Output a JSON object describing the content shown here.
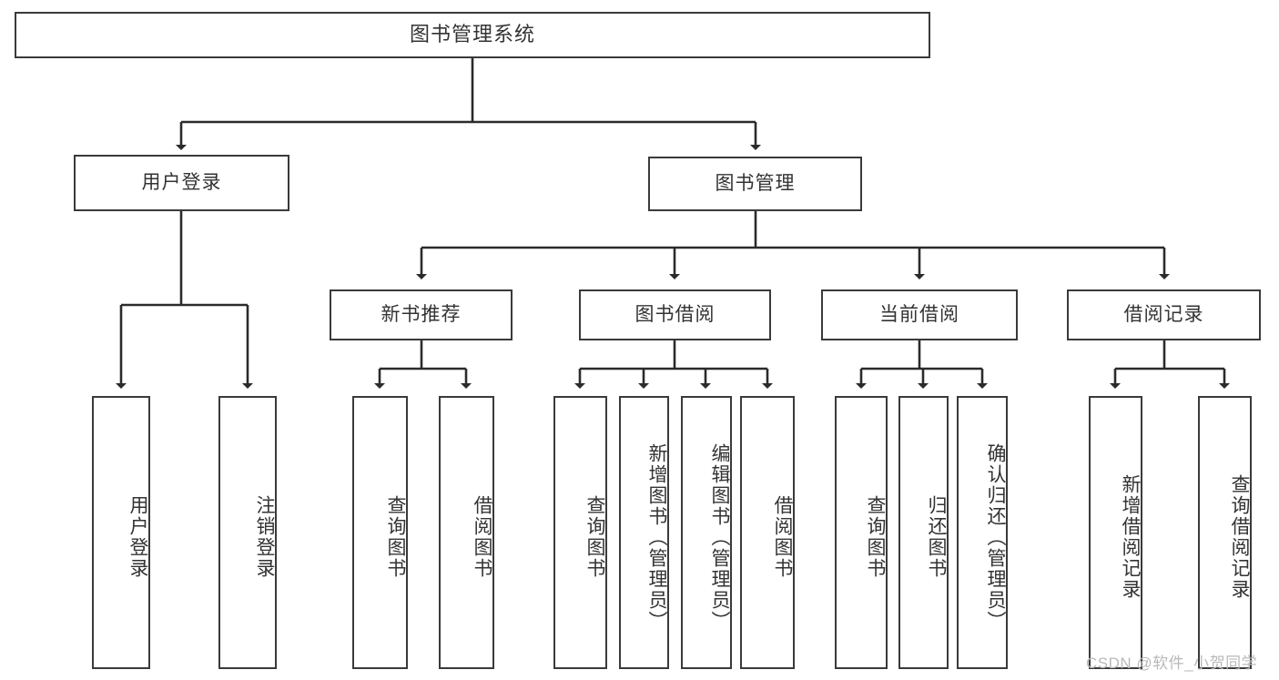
{
  "diagram": {
    "title": "图书管理系统",
    "type": "tree",
    "theme": {
      "background": "#ffffff",
      "node_fill": "#ffffff",
      "node_border": "#3a3a3a",
      "text_color": "#333333",
      "edge_color": "#2b2b2b",
      "watermark_color": "#b9b9b9"
    },
    "root": {
      "label": "图书管理系统"
    },
    "level2": [
      {
        "label": "用户登录"
      },
      {
        "label": "图书管理"
      }
    ],
    "level3": [
      {
        "label": "新书推荐"
      },
      {
        "label": "图书借阅"
      },
      {
        "label": "当前借阅"
      },
      {
        "label": "借阅记录"
      }
    ],
    "leaves": {
      "user_login": [
        {
          "label": "用户登录"
        },
        {
          "label": "注销登录"
        }
      ],
      "new_book_recommend": [
        {
          "label": "查询图书"
        },
        {
          "label": "借阅图书"
        }
      ],
      "book_borrow": [
        {
          "label": "查询图书"
        },
        {
          "label": "新增图书（管理员）"
        },
        {
          "label": "编辑图书（管理员）"
        },
        {
          "label": "借阅图书"
        }
      ],
      "current_borrow": [
        {
          "label": "查询图书"
        },
        {
          "label": "归还图书"
        },
        {
          "label": "确认归还（管理员）"
        }
      ],
      "borrow_record": [
        {
          "label": "新增借阅记录"
        },
        {
          "label": "查询借阅记录"
        }
      ]
    },
    "watermark": "CSDN @软件_小贺同学"
  }
}
